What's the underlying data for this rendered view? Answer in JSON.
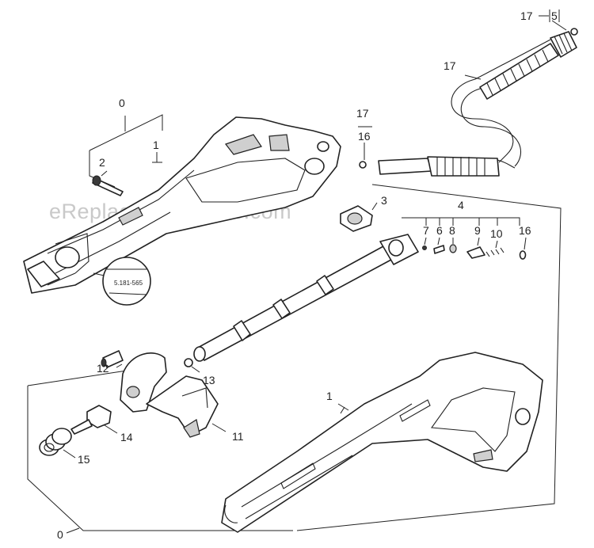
{
  "watermark": "eReplacementParts.com",
  "inset_label": "5.181-565",
  "callouts": {
    "c0_top": "0",
    "c1_top": "1",
    "c2": "2",
    "c3": "3",
    "c4": "4",
    "c5": "5",
    "c6": "6",
    "c7": "7",
    "c8": "8",
    "c9": "9",
    "c10": "10",
    "c11": "11",
    "c12": "12",
    "c13": "13",
    "c14": "14",
    "c15": "15",
    "c16_a": "16",
    "c16_b": "16",
    "c17_a": "17",
    "c17_b": "17",
    "c17_c": "17",
    "c1_bottom": "1",
    "c0_bottom": "0"
  }
}
